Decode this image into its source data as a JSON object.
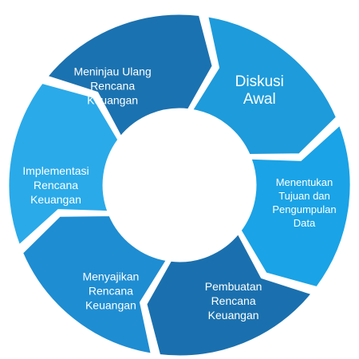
{
  "diagram": {
    "type": "cycle",
    "steps": [
      {
        "lines": [
          "Diskusi",
          "Awal"
        ],
        "color": "#1E9BDB"
      },
      {
        "lines": [
          "Menentukan",
          "Tujuan dan",
          "Pengumpulan",
          "Data"
        ],
        "color": "#1AA3E6"
      },
      {
        "lines": [
          "Pembuatan",
          "Rencana",
          "Keuangan"
        ],
        "color": "#1A70AE"
      },
      {
        "lines": [
          "Menyajikan",
          "Rencana",
          "Keuangan"
        ],
        "color": "#1E8DD2"
      },
      {
        "lines": [
          "Implementasi",
          "Rencana",
          "Keuangan"
        ],
        "color": "#2AAAE9"
      },
      {
        "lines": [
          "Meninjau Ulang",
          "Rencana",
          "Keuangan"
        ],
        "color": "#1B72B0"
      }
    ]
  }
}
